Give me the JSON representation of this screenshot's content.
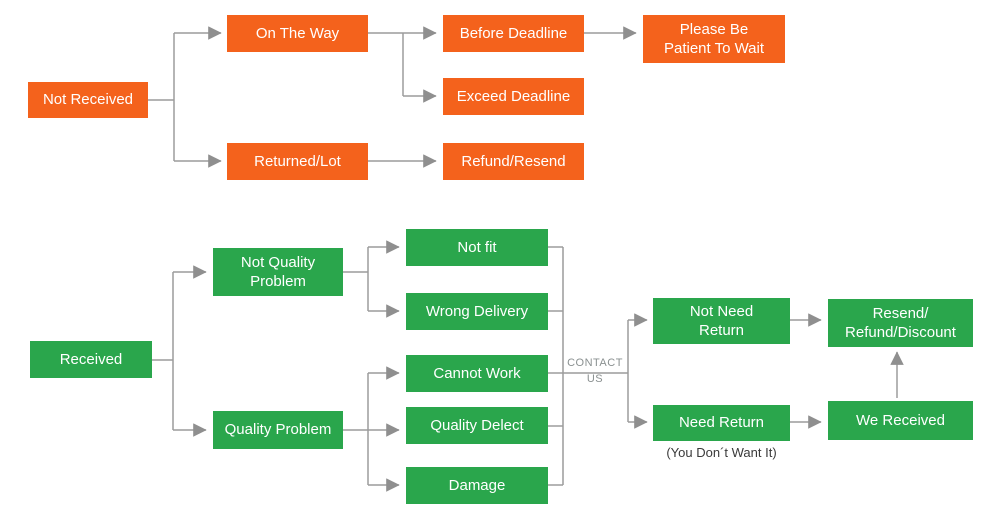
{
  "diagram": {
    "title_hint": "order status decision flowchart",
    "colors": {
      "orange_box": "#f4621c",
      "green_box": "#2aa64c",
      "line": "#9c9c9c",
      "arrowhead": "#8f8f8f",
      "box_text": "#ffffff",
      "contact_text": "#8a9090",
      "note_text": "#3a3a3a",
      "background": "#ffffff"
    },
    "nodes": {
      "not_received": "Not Received",
      "on_the_way": "On The Way",
      "returned_lot": "Returned/Lot",
      "before_deadline": "Before Deadline",
      "exceed_deadline": "Exceed Deadline",
      "refund_resend": "Refund/Resend",
      "please_be_patient": "Please Be\nPatient To Wait",
      "received": "Received",
      "not_quality_problem": "Not Quality\nProblem",
      "quality_problem": "Quality Problem",
      "not_fit": "Not fit",
      "wrong_delivery": "Wrong Delivery",
      "cannot_work": "Cannot Work",
      "quality_delect": "Quality Delect",
      "damage": "Damage",
      "contact_us": "CONTACT\nUS",
      "not_need_return": "Not Need\nReturn",
      "need_return": "Need Return",
      "need_return_note": "(You Don´t Want It)",
      "resend_refund_discount": "Resend/\nRefund/Discount",
      "we_received": "We Received"
    },
    "edges": [
      {
        "from": "not_received",
        "to": "on_the_way"
      },
      {
        "from": "not_received",
        "to": "returned_lot"
      },
      {
        "from": "on_the_way",
        "to": "before_deadline"
      },
      {
        "from": "on_the_way",
        "to": "exceed_deadline"
      },
      {
        "from": "before_deadline",
        "to": "please_be_patient"
      },
      {
        "from": "returned_lot",
        "to": "refund_resend"
      },
      {
        "from": "received",
        "to": "not_quality_problem"
      },
      {
        "from": "received",
        "to": "quality_problem"
      },
      {
        "from": "not_quality_problem",
        "to": "not_fit"
      },
      {
        "from": "not_quality_problem",
        "to": "wrong_delivery"
      },
      {
        "from": "quality_problem",
        "to": "cannot_work"
      },
      {
        "from": "quality_problem",
        "to": "quality_delect"
      },
      {
        "from": "quality_problem",
        "to": "damage"
      },
      {
        "from": "not_fit",
        "to": "contact_us"
      },
      {
        "from": "wrong_delivery",
        "to": "contact_us"
      },
      {
        "from": "cannot_work",
        "to": "contact_us"
      },
      {
        "from": "quality_delect",
        "to": "contact_us"
      },
      {
        "from": "damage",
        "to": "contact_us"
      },
      {
        "from": "contact_us",
        "to": "not_need_return"
      },
      {
        "from": "contact_us",
        "to": "need_return"
      },
      {
        "from": "not_need_return",
        "to": "resend_refund_discount"
      },
      {
        "from": "need_return",
        "to": "we_received"
      },
      {
        "from": "we_received",
        "to": "resend_refund_discount"
      }
    ]
  }
}
